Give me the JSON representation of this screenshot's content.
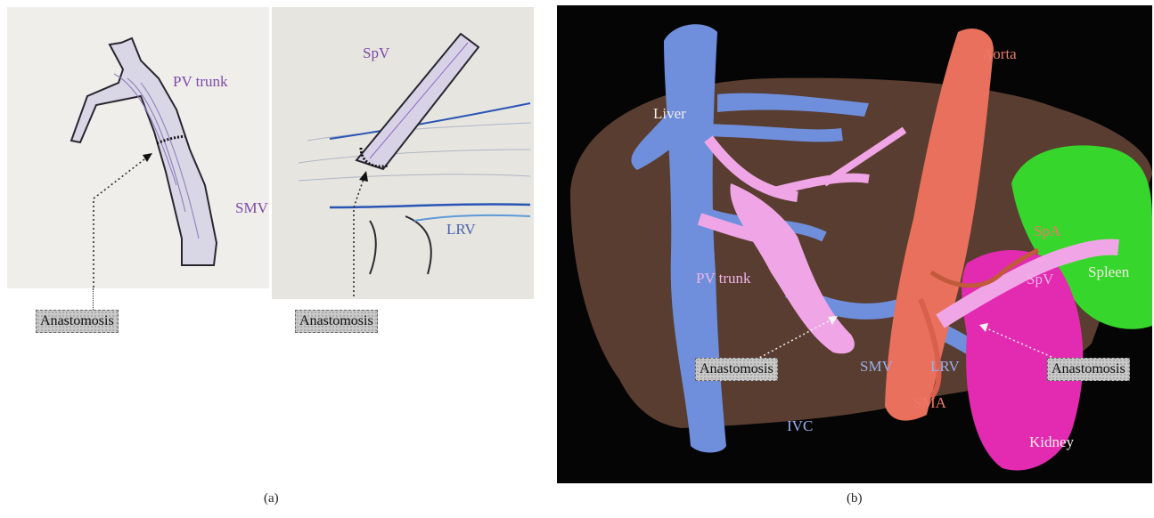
{
  "panel_a": {
    "left_sketch": {
      "pv_trunk": "PV trunk",
      "smv": "SMV",
      "anastomosis": "Anastomosis"
    },
    "right_sketch": {
      "spv": "SpV",
      "lrv": "LRV",
      "anastomosis": "Anastomosis"
    },
    "caption": "(a)"
  },
  "panel_b": {
    "labels": {
      "aorta": "Aorta",
      "liver": "Liver",
      "spa": "SpA",
      "spleen": "Spleen",
      "pv_trunk": "PV trunk",
      "spv": "SpV",
      "smv": "SMV",
      "lrv": "LRV",
      "sma": "SMA",
      "ivc": "IVC",
      "kidney": "Kidney"
    },
    "anastomosis_left": "Anastomosis",
    "anastomosis_right": "Anastomosis",
    "caption": "(b)"
  },
  "colors": {
    "ivc": "#6f8fdc",
    "aorta": "#e8705c",
    "portal": "#f0a6e6",
    "spleen": "#37d62c",
    "kidney": "#e22bb0",
    "liver": "#6b4a3a"
  }
}
